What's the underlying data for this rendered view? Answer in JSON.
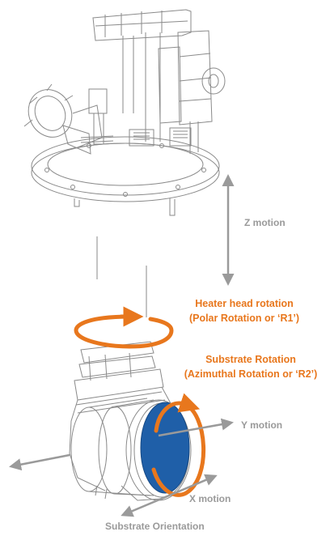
{
  "labels": {
    "z_motion": "Z motion",
    "heater_line1": "Heater head rotation",
    "heater_line2": "(Polar Rotation or ‘R1’)",
    "substrate_line1": "Substrate Rotation",
    "substrate_line2": "(Azimuthal Rotation or ‘R2’)",
    "y_motion": "Y motion",
    "x_motion": "X motion",
    "orientation": "Substrate Orientation"
  },
  "colors": {
    "orange": "#e8771d",
    "gray_arrow": "#9a9a9a",
    "substrate_blue": "#1f5fa8",
    "line_art": "#8a8a8a"
  }
}
